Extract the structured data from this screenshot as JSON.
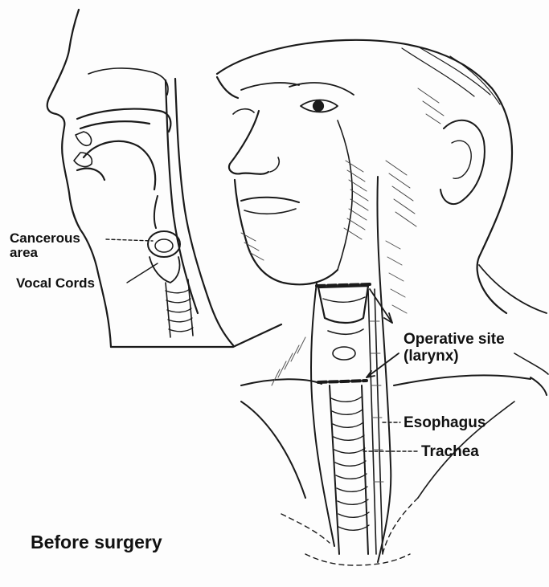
{
  "labels": {
    "cancerous_area": "Cancerous\narea",
    "vocal_cords": "Vocal Cords",
    "operative_site": "Operative site\n(larynx)",
    "esophagus": "Esophagus",
    "trachea": "Trachea",
    "caption": "Before surgery"
  }
}
